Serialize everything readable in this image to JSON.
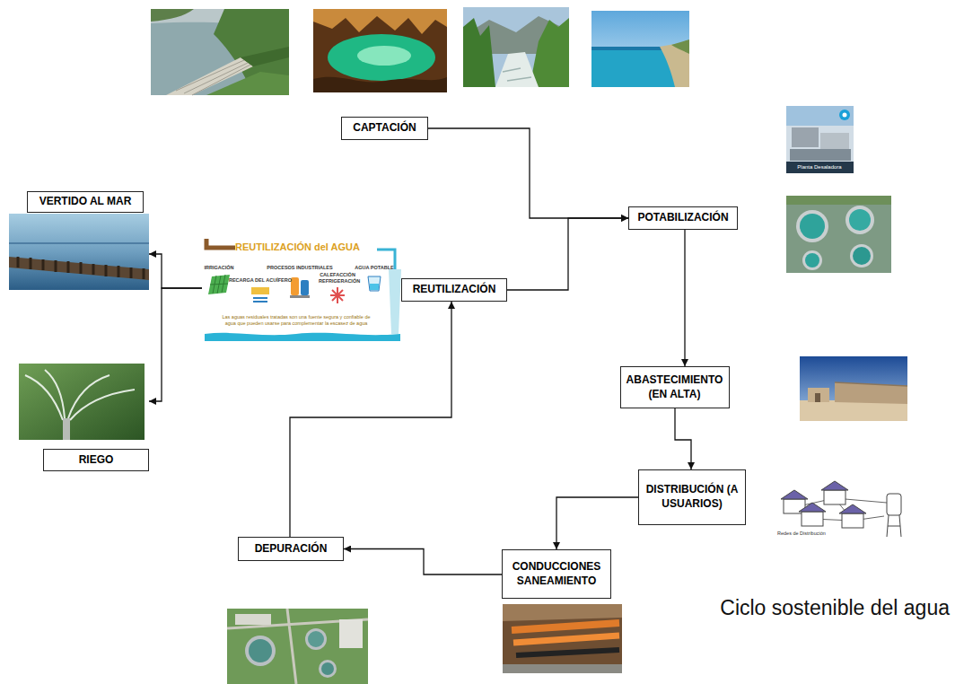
{
  "diagram": {
    "title": "Ciclo sostenible del agua",
    "nodes": [
      {
        "text": [
          "CAPTACIÓN"
        ]
      },
      {
        "text": [
          "VERTIDO AL MAR"
        ]
      },
      {
        "text": [
          "POTABILIZACIÓN"
        ]
      },
      {
        "text": [
          "REUTILIZACIÓN"
        ]
      },
      {
        "text": [
          "ABASTECIMIENTO (EN ALTA)"
        ]
      },
      {
        "text": [
          "RIEGO"
        ]
      },
      {
        "text": [
          "DISTRIBUCIÓN (A USUARIOS)"
        ]
      },
      {
        "text": [
          "DEPURACIÓN"
        ]
      },
      {
        "text": [
          "CONDUCCIONES SANEAMIENTO"
        ]
      }
    ],
    "edges": [
      {
        "from": 0,
        "to": 2,
        "arrow": "to"
      },
      {
        "from": 3,
        "to": 2,
        "arrow": "to"
      },
      {
        "from": 2,
        "to": 4,
        "arrow": "to"
      },
      {
        "from": 4,
        "to": 6,
        "arrow": "to"
      },
      {
        "from": 6,
        "to": 8,
        "arrow": "to"
      },
      {
        "from": 8,
        "to": 7,
        "arrow": "to"
      },
      {
        "from": 7,
        "to": 3,
        "arrow": "to"
      },
      {
        "from": 3,
        "to": 1,
        "arrow": "to"
      },
      {
        "from": 3,
        "to": 5,
        "arrow": "to"
      }
    ],
    "labels": [
      "REUTILIZACIÓN del AGUA",
      "IRRIGACIÓN",
      "RECARGA DEL ACUÍFERO",
      "PROCESOS INDUSTRIALES",
      "CALEFACCIÓN REFRIGERACIÓN",
      "AGUA POTABLE",
      "Las aguas residuales tratadas son una fuente segura y confiable de agua que pueden usarse para complementar la escasez de agua",
      "Planta Desaladora",
      "Redes de Distribución"
    ]
  }
}
